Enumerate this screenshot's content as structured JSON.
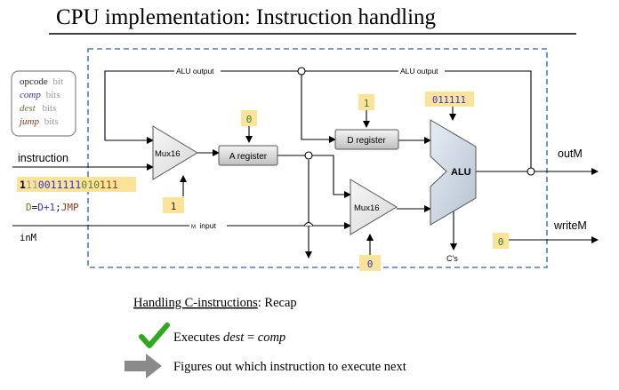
{
  "title": "CPU implementation: Instruction handling",
  "legend": {
    "opcode_word": "opcode",
    "opcode_suffix": "bit",
    "comp_word": "comp",
    "comp_suffix": "bits",
    "dest_word": "dest",
    "dest_suffix": "bits",
    "jump_word": "jump",
    "jump_suffix": "bits"
  },
  "labels": {
    "instruction": "instruction",
    "inM": "inM",
    "alu_output": "ALU output",
    "m_input_prefix": "M",
    "m_input": "input",
    "mux16": "Mux16",
    "a_register": "A register",
    "d_register": "D register",
    "alu": "ALU",
    "cs": "C's",
    "outM": "outM",
    "writeM": "writeM"
  },
  "instruction_bits": {
    "opcode": "1",
    "pad": "11",
    "comp": "0011111",
    "dest": "010",
    "jump": "111"
  },
  "asm": {
    "dest": "D",
    "eq": "=",
    "comp": "D+1",
    "sep": ";",
    "jump": "JMP"
  },
  "values": {
    "a_reg_control": "0",
    "d_reg_control": "1",
    "alu_control": "011111",
    "mux1_control": "1",
    "mux2_control": "0",
    "writeM": "0"
  },
  "recap": {
    "heading_underlined": "Handling C-instructions",
    "heading_rest": ": Recap",
    "item1_prefix": "Executes ",
    "item1_dest": "dest",
    "item1_eq": " = ",
    "item1_comp": "comp",
    "item2": "Figures out which instruction to execute next"
  },
  "colors": {
    "comp": "#3333cc",
    "dest": "#5a7a2a",
    "jump": "#8b3a1a",
    "highlight": "#fbe49a",
    "dashed_box": "#4a7fbf",
    "arrow_gray": "#8a8a8a",
    "check_green": "#2eaa1e"
  }
}
